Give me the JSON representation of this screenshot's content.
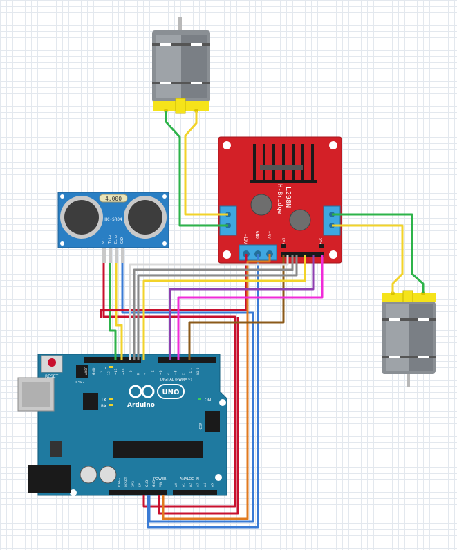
{
  "sonar": {
    "display": "4.000",
    "model": "HC-SR04",
    "pins": [
      "VCC",
      "Trig",
      "Echo",
      "GND"
    ]
  },
  "hbridge": {
    "model": "L298N",
    "subtitle": "H-Bridge",
    "terminal_labels": [
      "+12V",
      "GND",
      "+5V"
    ],
    "enable_a": "5V+",
    "enable_b": "5V+"
  },
  "arduino": {
    "brand": "Arduino",
    "model": "UNO",
    "reset_label": "RESET",
    "icsp2_label": "ICSP2",
    "icsp_label": "ICSP",
    "led_l": "L",
    "led_tx": "TX",
    "led_rx": "RX",
    "led_on": "ON",
    "digital_label": "DIGITAL (PWM=~)",
    "power_label": "POWER",
    "analog_label": "ANALOG IN",
    "digital_pins": [
      "AREF",
      "GND",
      "13",
      "12",
      "~11",
      "~10",
      "~9",
      "8",
      "7",
      "~6",
      "~5",
      "4",
      "~3",
      "2",
      "TX 1",
      "RX 0"
    ],
    "power_pins": [
      "IOREF",
      "RESET",
      "3V3",
      "5V",
      "GND",
      "GND",
      "VIN"
    ],
    "analog_pins": [
      "A0",
      "A1",
      "A2",
      "A3",
      "A4",
      "A5"
    ]
  },
  "colors": {
    "red_wire": "#c8102e",
    "green_wire": "#2db34a",
    "yellow_wire": "#f2d32a",
    "blue_wire": "#3a7bd5",
    "gray_wire": "#8a8a8a",
    "white_wire": "#d9d9d9",
    "purple_wire": "#8e3fb0",
    "pink_wire": "#f02bd8",
    "brown_wire": "#8b5a1a",
    "orange_wire": "#e07a1f",
    "arduino_board": "#1f7aa0",
    "hbridge_board": "#d32027",
    "sonar_board": "#2a7fc4"
  }
}
